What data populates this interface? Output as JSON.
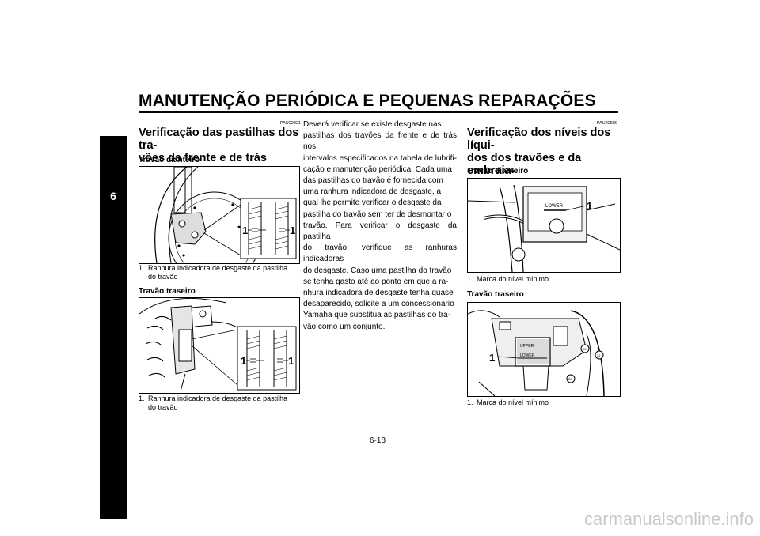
{
  "header": {
    "title": "MANUTENÇÃO PERIÓDICA E PEQUENAS REPARAÇÕES"
  },
  "chapter_tab": {
    "number": "6"
  },
  "left": {
    "code": "PAU22321",
    "title_l1": "Verificação das pastilhas dos tra-",
    "title_l2": "vões da frente e de trás",
    "front_heading": "Travão dianteiro",
    "front_callouts": [
      "1",
      "1"
    ],
    "front_caption_num": "1.",
    "front_caption_l1": "Ranhura indicadora de desgaste da pastilha",
    "front_caption_l2": "do travão",
    "rear_heading": "Travão traseiro",
    "rear_callouts": [
      "1",
      "1"
    ],
    "rear_caption_num": "1.",
    "rear_caption_l1": "Ranhura indicadora de desgaste da pastilha",
    "rear_caption_l2": "do travão"
  },
  "middle": {
    "lines": [
      "Deverá verificar se existe desgaste nas",
      "pastilhas dos travões da frente e de trás nos",
      "intervalos especificados na tabela de lubrifi-",
      "cação e manutenção periódica. Cada uma",
      "das pastilhas do travão é fornecida com",
      "uma ranhura indicadora de desgaste, a",
      "qual lhe permite verificar o desgaste da",
      "pastilha do travão sem ter de desmontar o",
      "travão. Para verificar o desgaste da pastilha",
      "do travão, verifique as ranhuras indicadoras",
      "do desgaste. Caso uma pastilha do travão",
      "se tenha gasto até ao ponto em que a ra-",
      "nhura indicadora de desgaste tenha quase",
      "desaparecido, solicite a um concessionário",
      "Yamaha que substitua as pastilhas do tra-",
      "vão como um conjunto."
    ]
  },
  "right": {
    "code": "PAU22580",
    "title_l1": "Verificação dos níveis dos líqui-",
    "title_l2": "dos dos travões e da embraia-",
    "title_l3": "gem",
    "front_heading": "Travão dianteiro",
    "front_label": "LOWER",
    "front_callout": "1",
    "front_caption_num": "1.",
    "front_caption": "Marca do nível mínimo",
    "rear_heading": "Travão traseiro",
    "rear_callout": "1",
    "rear_labels": [
      "UPPER",
      "LOWER",
      "33",
      "32",
      "22"
    ],
    "rear_caption_num": "1.",
    "rear_caption": "Marca do nível mínimo"
  },
  "footer": {
    "page": "6-18",
    "watermark": "carmanualsonline.info"
  }
}
